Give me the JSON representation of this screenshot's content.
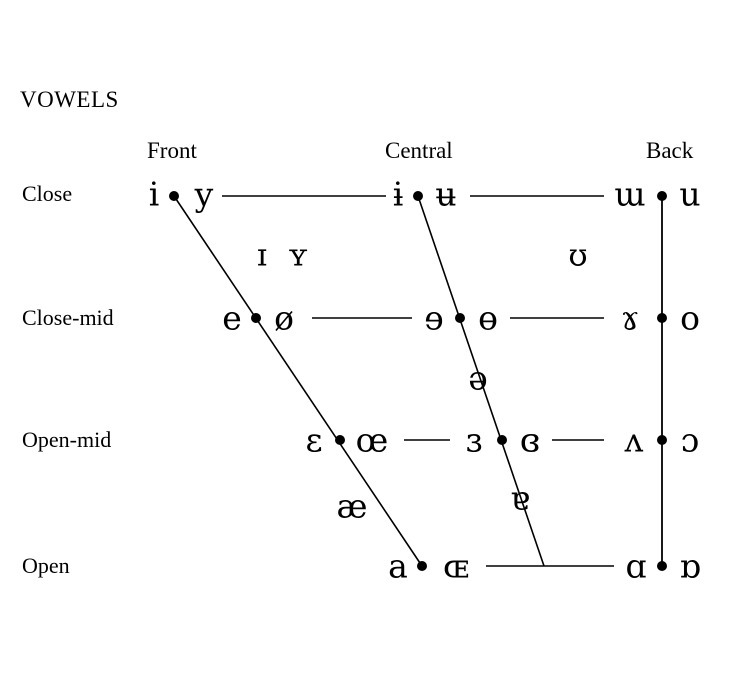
{
  "title": "VOWELS",
  "columns": {
    "front": "Front",
    "central": "Central",
    "back": "Back"
  },
  "rows": {
    "close": "Close",
    "close_mid": "Close-mid",
    "open_mid": "Open-mid",
    "open": "Open"
  },
  "vowels": {
    "close_front_unrounded": "i",
    "close_front_rounded": "y",
    "close_central_unrounded": "ɨ",
    "close_central_rounded": "ʉ",
    "close_back_unrounded": "ɯ",
    "close_back_rounded": "u",
    "near_close_front_unrounded": "ɪ",
    "near_close_front_rounded": "ʏ",
    "near_close_back_rounded": "ʊ",
    "close_mid_front_unrounded": "e",
    "close_mid_front_rounded": "ø",
    "close_mid_central_unrounded": "ɘ",
    "close_mid_central_rounded": "ɵ",
    "close_mid_back_unrounded": "ɤ",
    "close_mid_back_rounded": "o",
    "mid_central": "ə",
    "open_mid_front_unrounded": "ɛ",
    "open_mid_front_rounded": "œ",
    "open_mid_central_unrounded": "ɜ",
    "open_mid_central_rounded": "ɞ",
    "open_mid_back_unrounded": "ʌ",
    "open_mid_back_rounded": "ɔ",
    "near_open_front_unrounded": "æ",
    "near_open_central": "ɐ",
    "open_front_unrounded": "a",
    "open_front_rounded": "ɶ",
    "open_back_unrounded": "ɑ",
    "open_back_rounded": "ɒ"
  }
}
